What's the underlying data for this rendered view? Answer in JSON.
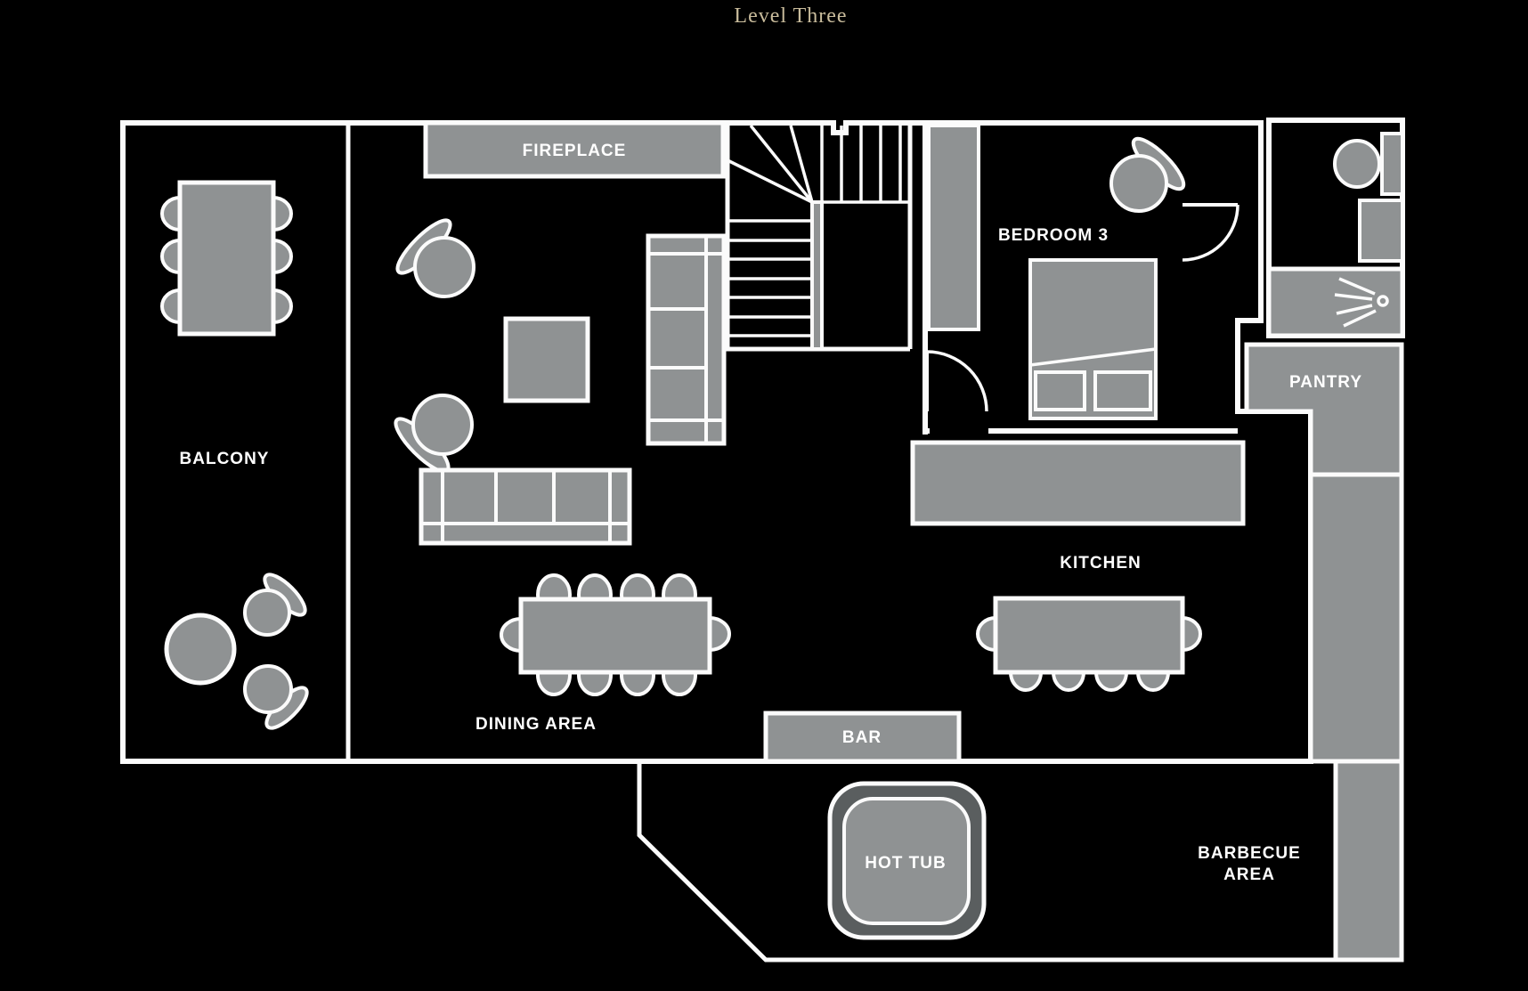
{
  "title": "Level Three",
  "palette": {
    "background": "#000000",
    "floor": "#4b4f50",
    "terrace_floor": "#515556",
    "furniture_light": "#8f9293",
    "wall_line": "#fbfbfb",
    "label_text": "#ffffff",
    "title_text": "#c9bc9c"
  },
  "rooms": {
    "balcony": {
      "label": "BALCONY"
    },
    "fireplace": {
      "label": "FIREPLACE"
    },
    "bedroom3": {
      "label": "BEDROOM 3"
    },
    "pantry": {
      "label": "PANTRY"
    },
    "kitchen": {
      "label": "KITCHEN"
    },
    "dining": {
      "label": "DINING AREA"
    },
    "bar": {
      "label": "BAR"
    },
    "hot_tub": {
      "label": "HOT TUB"
    },
    "barbecue": {
      "line1": "BARBECUE",
      "line2": "AREA"
    }
  }
}
